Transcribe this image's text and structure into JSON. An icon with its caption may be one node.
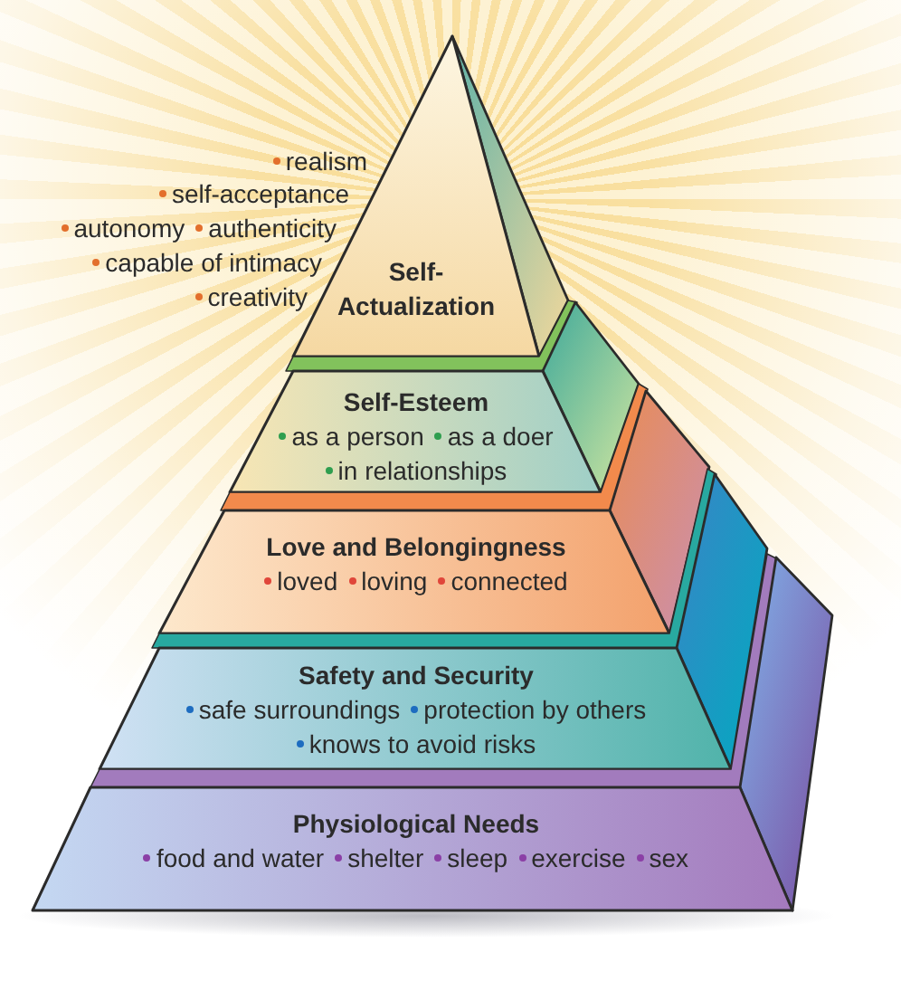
{
  "diagram": {
    "nodes": [
      {
        "text": [
          "Self-Actualization"
        ],
        "beside": [
          "realism",
          "self-acceptance",
          "autonomy",
          "authenticity",
          "capable of intimacy",
          "creativity"
        ]
      },
      {
        "text": [
          "Self-Esteem",
          "as a person",
          "as a doer",
          "in relationships"
        ]
      },
      {
        "text": [
          "Love and Belongingness",
          "loved",
          "loving",
          "connected"
        ]
      },
      {
        "text": [
          "Safety and Security",
          "safe surroundings",
          "protection by others",
          "knows to avoid risks"
        ]
      },
      {
        "text": [
          "Physiological Needs",
          "food and water",
          "shelter",
          "sleep",
          "exercise",
          "sex"
        ]
      }
    ]
  }
}
